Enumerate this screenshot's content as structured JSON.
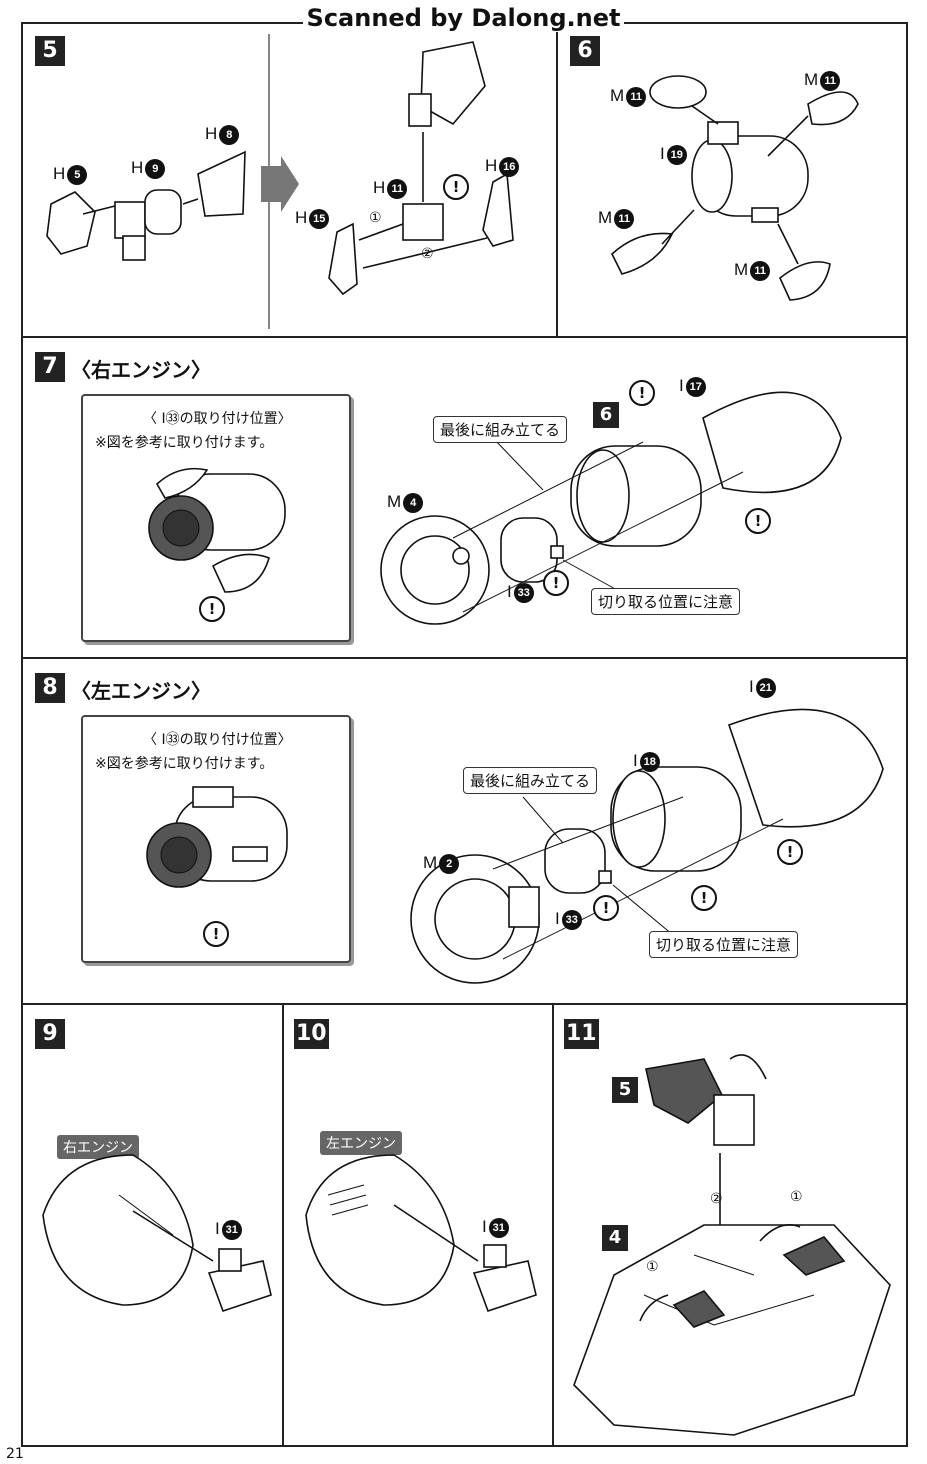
{
  "scan_title": "Scanned by Dalong.net",
  "page_number": "21",
  "steps": {
    "s5": {
      "num": "5",
      "parts": {
        "h5": "H",
        "h5n": "5",
        "h9": "H",
        "h9n": "9",
        "h8": "H",
        "h8n": "8",
        "h11": "H",
        "h11n": "11",
        "h15": "H",
        "h15n": "15",
        "h16": "H",
        "h16n": "16"
      },
      "order1": "①",
      "order2": "②",
      "warn": "!"
    },
    "s6": {
      "num": "6",
      "parts": {
        "m11a": "M",
        "m11b": "M",
        "m11c": "M",
        "m11d": "M",
        "mn": "11",
        "i19": "I",
        "i19n": "19"
      }
    },
    "s7": {
      "num": "7",
      "title": "〈右エンジン〉",
      "box_title": "〈 I㉝の取り付け位置〉",
      "box_note": "※図を参考に取り付けます。",
      "callout_last": "最後に組み立てる",
      "callout_cut": "切り取る位置に注意",
      "ref_step": "6",
      "parts": {
        "m4": "M",
        "m4n": "4",
        "i33": "I",
        "i33n": "33",
        "i17": "I",
        "i17n": "17"
      },
      "warn": "!"
    },
    "s8": {
      "num": "8",
      "title": "〈左エンジン〉",
      "box_title": "〈 I㉝の取り付け位置〉",
      "box_note": "※図を参考に取り付けます。",
      "callout_last": "最後に組み立てる",
      "callout_cut": "切り取る位置に注意",
      "parts": {
        "m2": "M",
        "m2n": "2",
        "i33": "I",
        "i33n": "33",
        "i18": "I",
        "i18n": "18",
        "i21": "I",
        "i21n": "21"
      },
      "warn": "!"
    },
    "s9": {
      "num": "9",
      "tag": "右エンジン",
      "part": "I",
      "partn": "31"
    },
    "s10": {
      "num": "10",
      "tag": "左エンジン",
      "part": "I",
      "partn": "31"
    },
    "s11": {
      "num": "11",
      "ref5": "5",
      "ref4": "4",
      "order1": "①",
      "order2": "②"
    }
  }
}
